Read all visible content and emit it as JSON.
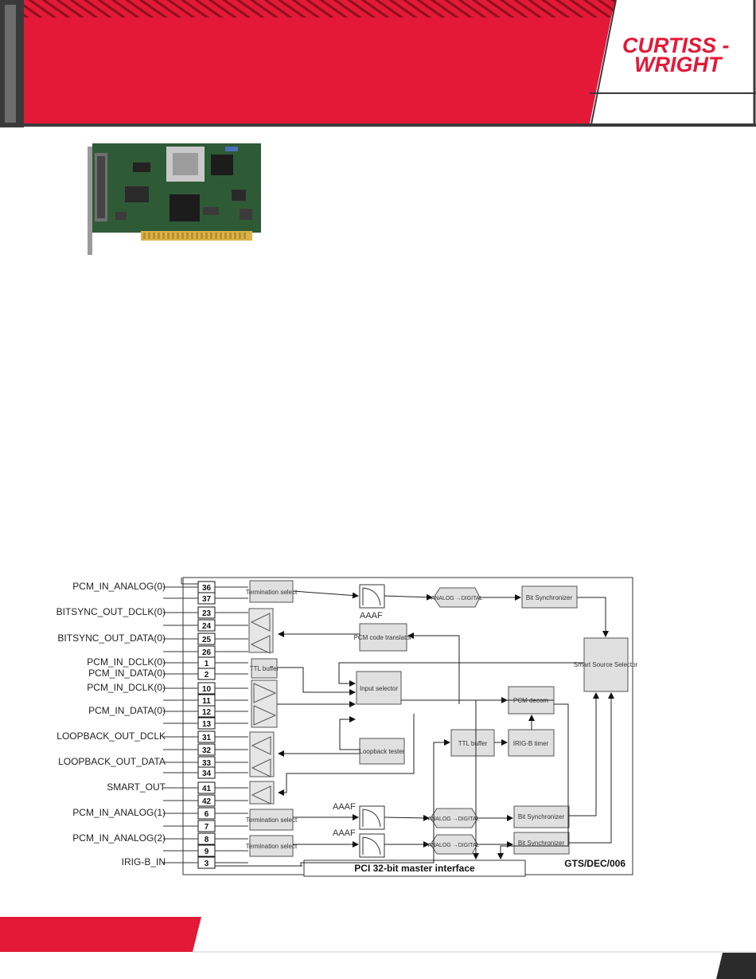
{
  "brand": {
    "logo_line1": "CURTISS -",
    "logo_line2": "WRIGHT",
    "accent_color": "#e31937",
    "dark_color": "#3a3a3a"
  },
  "product_photo": {
    "icon": "pci-card-photo"
  },
  "diagram": {
    "pins": [
      {
        "label": "PCM_IN_ANALOG(0)",
        "pins": [
          "36",
          "37"
        ]
      },
      {
        "label": "BITSYNC_OUT_DCLK(0)",
        "pins": [
          "23",
          "24"
        ]
      },
      {
        "label": "BITSYNC_OUT_DATA(0)",
        "pins": [
          "25",
          "26"
        ]
      },
      {
        "label": "PCM_IN_DCLK(0)",
        "pins": [
          "1"
        ]
      },
      {
        "label": "PCM_IN_DATA(0)",
        "pins": [
          "2"
        ]
      },
      {
        "label": "PCM_IN_DCLK(0)",
        "pins": [
          "10",
          "11"
        ]
      },
      {
        "label": "PCM_IN_DATA(0)",
        "pins": [
          "12",
          "13"
        ]
      },
      {
        "label": "LOOPBACK_OUT_DCLK",
        "pins": [
          "31",
          "32"
        ]
      },
      {
        "label": "LOOPBACK_OUT_DATA",
        "pins": [
          "33",
          "34"
        ]
      },
      {
        "label": "SMART_OUT",
        "pins": [
          "41",
          "42"
        ]
      },
      {
        "label": "PCM_IN_ANALOG(1)",
        "pins": [
          "6",
          "7"
        ]
      },
      {
        "label": "PCM_IN_ANALOG(2)",
        "pins": [
          "8",
          "9"
        ]
      },
      {
        "label": "IRIG-B_IN",
        "pins": [
          "3"
        ]
      }
    ],
    "blocks": {
      "termination_select": "Termination select",
      "analog_digital_top": "ANALOG →DIGITAL",
      "analog_digital": "ANALOG →DIGITAL",
      "bit_synchronizer": "Bit Synchronizer",
      "aaaf": "AAAF",
      "pcm_code_translator": "PCM code translator",
      "smart_source_selector": "Smart Source Selector",
      "ttl_buffer": "TTL buffer",
      "input_selector": "Input selector",
      "pcm_decom": "PCM decom",
      "loopback_tester": "Loopback tester",
      "irig_b_timer": "IRIG-B timer",
      "pci_interface": "PCI 32-bit master interface",
      "part_number": "GTS/DEC/006"
    }
  },
  "footer": {
    "page_number": ""
  }
}
